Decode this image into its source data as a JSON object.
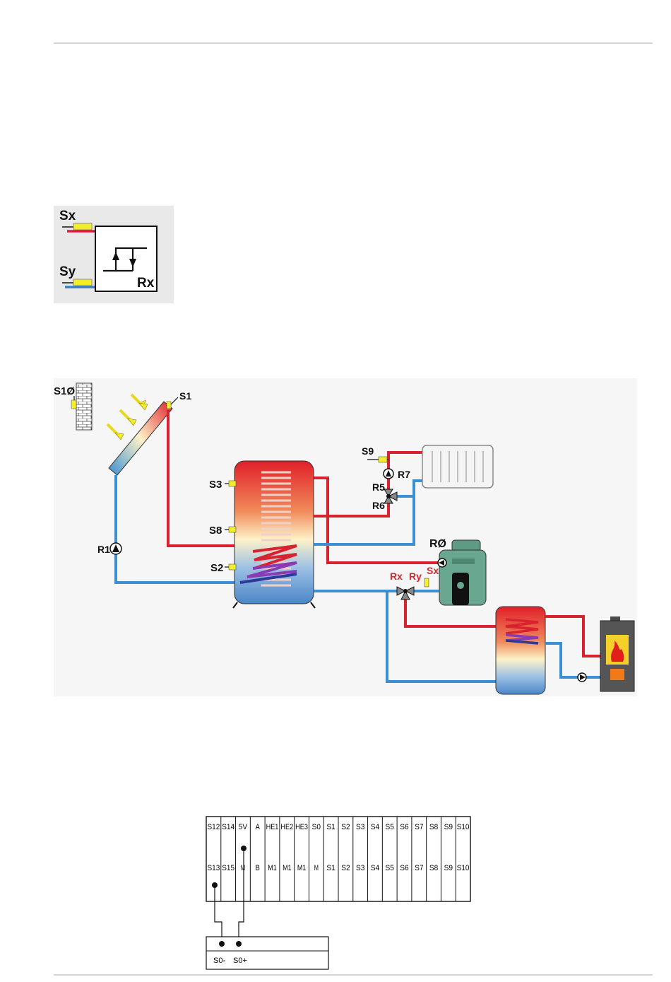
{
  "logic_diagram": {
    "labels": {
      "sx": "Sx",
      "sy": "Sy",
      "rx": "Rx"
    },
    "colors": {
      "hot": "#e2183c",
      "cold": "#3a7fc4",
      "sensor": "#f4ee2a",
      "panel_bg": "#e9e9e9"
    }
  },
  "hydraulic_diagram": {
    "labels": {
      "s10": "S1Ø",
      "s1": "S1",
      "s3": "S3",
      "s8": "S8",
      "s2": "S2",
      "s9": "S9",
      "r1": "R1",
      "r7": "R7",
      "r5": "R5",
      "r6": "R6",
      "r0": "RØ",
      "rx": "Rx",
      "ry": "Ry",
      "sx": "Sx"
    },
    "colors": {
      "hot_pipe": "#d9222f",
      "cold_pipe": "#3b8fd2",
      "highlight_label": "#d7262f",
      "boiler": "#5f9a85",
      "stove": "#4a4a4a",
      "flame": "#f07a1a"
    }
  },
  "terminal_block": {
    "top_row": [
      "S12",
      "S14",
      "5V",
      "A",
      "HE1",
      "HE2",
      "HE3",
      "S0",
      "S1",
      "S2",
      "S3",
      "S4",
      "S5",
      "S6",
      "S7",
      "S8",
      "S9",
      "S10"
    ],
    "bottom_row": [
      "S13",
      "S15",
      "M",
      "B",
      "M1",
      "M1",
      "M1",
      "M",
      "S1",
      "S2",
      "S3",
      "S4",
      "S5",
      "S6",
      "S7",
      "S8",
      "S9",
      "S10"
    ],
    "meter_terminals": [
      "S0-",
      "S0+"
    ]
  }
}
